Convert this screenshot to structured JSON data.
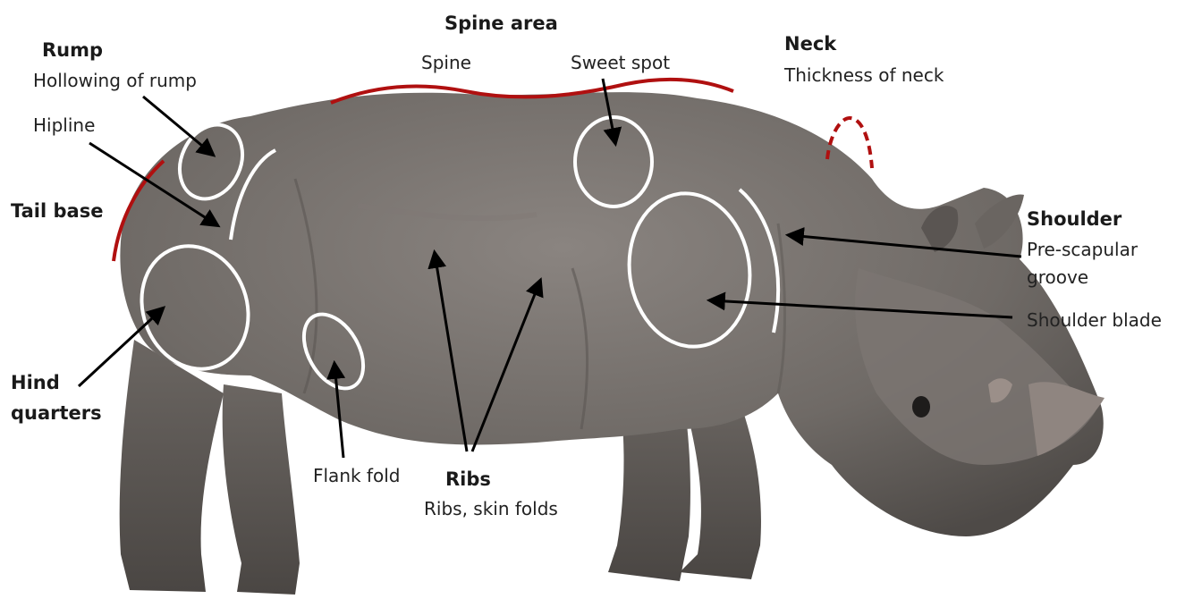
{
  "labels": {
    "spine_area": "Spine area",
    "spine": "Spine",
    "sweet_spot": "Sweet spot",
    "rump_title": "Rump",
    "rump_sub": "Hollowing of rump",
    "hipline": "Hipline",
    "tail_base": "Tail base",
    "hind_1": "Hind",
    "hind_2": "quarters",
    "neck_title": "Neck",
    "neck_sub": "Thickness of neck",
    "shoulder_title": "Shoulder",
    "shoulder_sub_1": "Pre-scapular",
    "shoulder_sub_2": "groove",
    "shoulder_blade": "Shoulder blade",
    "flank_fold": "Flank fold",
    "ribs_title": "Ribs",
    "ribs_sub": "Ribs, skin folds"
  },
  "colors": {
    "highlight_red": "#b01010",
    "marker_white": "#ffffff",
    "arrow_black": "#000000",
    "rhino_body": "#6f6a66",
    "rhino_shadow": "#54504d",
    "rhino_light": "#8a8480"
  }
}
